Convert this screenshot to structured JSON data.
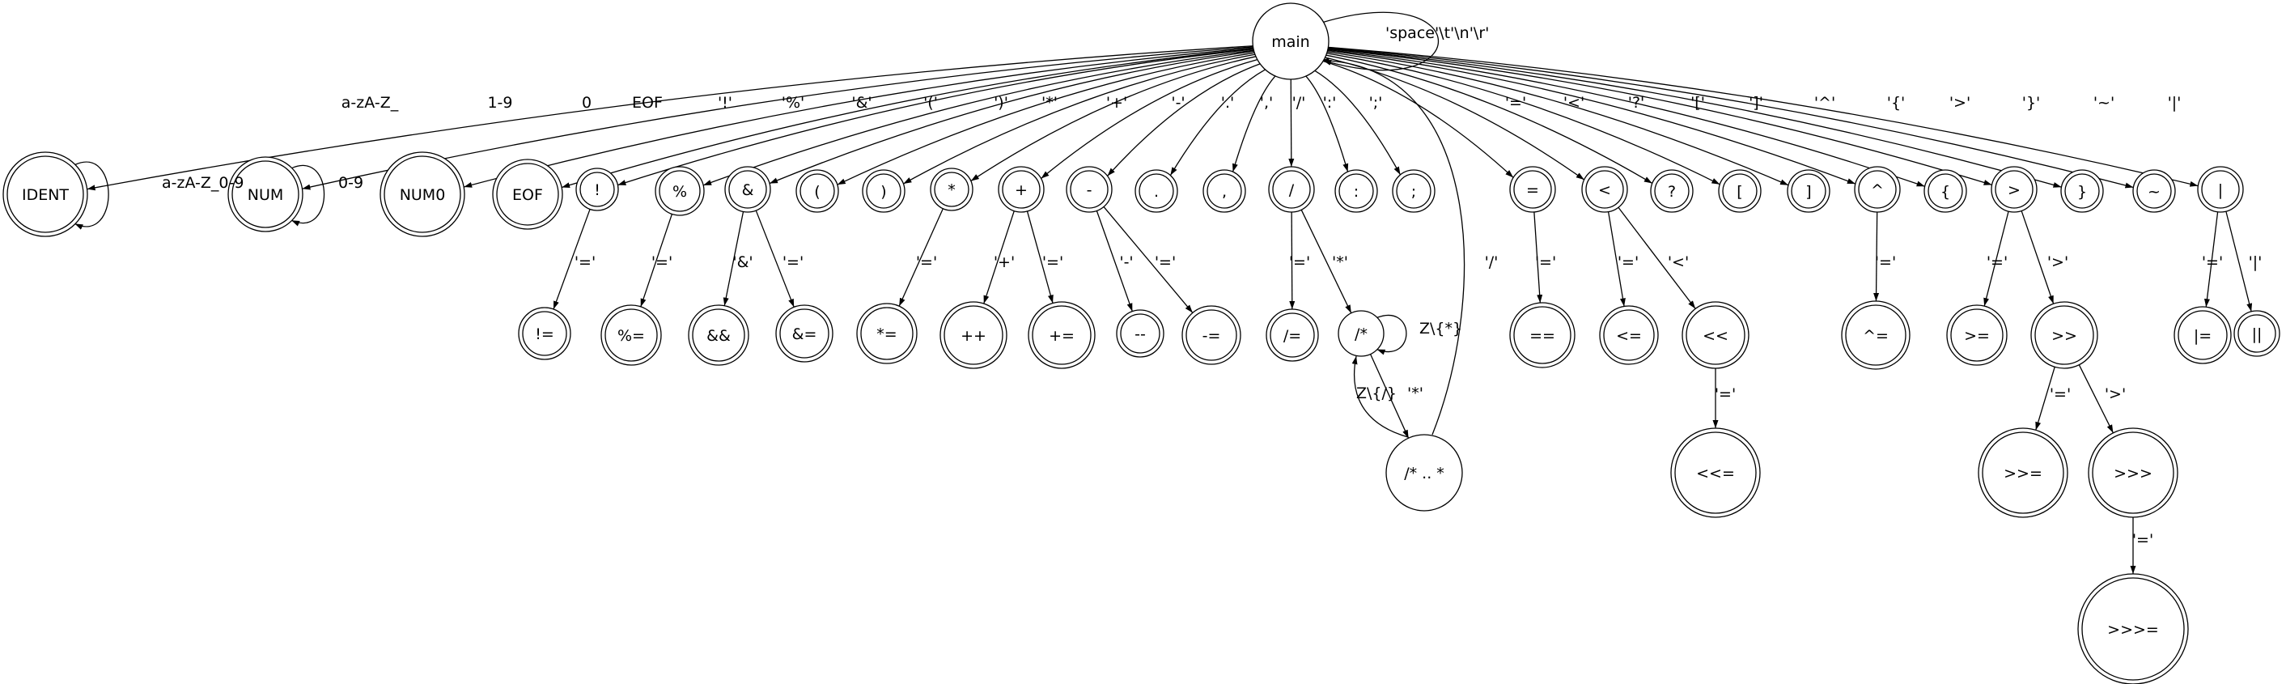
{
  "diagram": {
    "type": "state-machine",
    "nodes": [
      {
        "id": "main",
        "label": "main",
        "accepting": false
      },
      {
        "id": "IDENT",
        "label": "IDENT",
        "accepting": true
      },
      {
        "id": "NUM",
        "label": "NUM",
        "accepting": true
      },
      {
        "id": "NUM0",
        "label": "NUM0",
        "accepting": true
      },
      {
        "id": "EOF",
        "label": "EOF",
        "accepting": true
      },
      {
        "id": "bang",
        "label": "!",
        "accepting": true
      },
      {
        "id": "pct",
        "label": "%",
        "accepting": true
      },
      {
        "id": "amp",
        "label": "&",
        "accepting": true
      },
      {
        "id": "lparen",
        "label": "(",
        "accepting": true
      },
      {
        "id": "rparen",
        "label": ")",
        "accepting": true
      },
      {
        "id": "star",
        "label": "*",
        "accepting": true
      },
      {
        "id": "plus",
        "label": "+",
        "accepting": true
      },
      {
        "id": "minus",
        "label": "-",
        "accepting": true
      },
      {
        "id": "dot",
        "label": ".",
        "accepting": true
      },
      {
        "id": "comma",
        "label": ",",
        "accepting": true
      },
      {
        "id": "slash",
        "label": "/",
        "accepting": true
      },
      {
        "id": "colon",
        "label": ":",
        "accepting": true
      },
      {
        "id": "semi",
        "label": ";",
        "accepting": true
      },
      {
        "id": "eq",
        "label": "=",
        "accepting": true
      },
      {
        "id": "lt",
        "label": "<",
        "accepting": true
      },
      {
        "id": "quest",
        "label": "?",
        "accepting": true
      },
      {
        "id": "lbrack",
        "label": "[",
        "accepting": true
      },
      {
        "id": "rbrack",
        "label": "]",
        "accepting": true
      },
      {
        "id": "caret",
        "label": "^",
        "accepting": true
      },
      {
        "id": "lbrace",
        "label": "{",
        "accepting": true
      },
      {
        "id": "gt",
        "label": ">",
        "accepting": true
      },
      {
        "id": "rbrace",
        "label": "}",
        "accepting": true
      },
      {
        "id": "tilde",
        "label": "~",
        "accepting": true
      },
      {
        "id": "pipe",
        "label": "|",
        "accepting": true
      },
      {
        "id": "neq",
        "label": "!=",
        "accepting": true
      },
      {
        "id": "pcteq",
        "label": "%=",
        "accepting": true
      },
      {
        "id": "ampamp",
        "label": "&&",
        "accepting": true
      },
      {
        "id": "ampeq",
        "label": "&=",
        "accepting": true
      },
      {
        "id": "stareq",
        "label": "*=",
        "accepting": true
      },
      {
        "id": "plusplus",
        "label": "++",
        "accepting": true
      },
      {
        "id": "pluseq",
        "label": "+=",
        "accepting": true
      },
      {
        "id": "minusminus",
        "label": "--",
        "accepting": true
      },
      {
        "id": "minuseq",
        "label": "-=",
        "accepting": true
      },
      {
        "id": "slasheq",
        "label": "/=",
        "accepting": true
      },
      {
        "id": "comment",
        "label": "/*",
        "accepting": false
      },
      {
        "id": "commentstar",
        "label": "/* .. *",
        "accepting": false
      },
      {
        "id": "eqeq",
        "label": "==",
        "accepting": true
      },
      {
        "id": "lteq",
        "label": "<=",
        "accepting": true
      },
      {
        "id": "shl",
        "label": "<<",
        "accepting": true
      },
      {
        "id": "shleq",
        "label": "<<=",
        "accepting": true
      },
      {
        "id": "careteq",
        "label": "^=",
        "accepting": true
      },
      {
        "id": "gteq",
        "label": ">=",
        "accepting": true
      },
      {
        "id": "shr",
        "label": ">>",
        "accepting": true
      },
      {
        "id": "shreq",
        "label": ">>=",
        "accepting": true
      },
      {
        "id": "ushr",
        "label": ">>>",
        "accepting": true
      },
      {
        "id": "ushreq",
        "label": ">>>=",
        "accepting": true
      },
      {
        "id": "pipeeq",
        "label": "|=",
        "accepting": true
      },
      {
        "id": "pipepipe",
        "label": "||",
        "accepting": true
      }
    ],
    "edges": [
      {
        "from": "main",
        "to": "main",
        "label": "'space'\\t'\\n'\\r'"
      },
      {
        "from": "main",
        "to": "IDENT",
        "label": "a-zA-Z_"
      },
      {
        "from": "IDENT",
        "to": "IDENT",
        "label": "a-zA-Z_0-9"
      },
      {
        "from": "main",
        "to": "NUM",
        "label": "1-9"
      },
      {
        "from": "NUM",
        "to": "NUM",
        "label": "0-9"
      },
      {
        "from": "main",
        "to": "NUM0",
        "label": "0"
      },
      {
        "from": "main",
        "to": "EOF",
        "label": "EOF"
      },
      {
        "from": "main",
        "to": "bang",
        "label": "'!'"
      },
      {
        "from": "main",
        "to": "pct",
        "label": "'%'"
      },
      {
        "from": "main",
        "to": "amp",
        "label": "'&'"
      },
      {
        "from": "main",
        "to": "lparen",
        "label": "'('"
      },
      {
        "from": "main",
        "to": "rparen",
        "label": "')'"
      },
      {
        "from": "main",
        "to": "star",
        "label": "'*'"
      },
      {
        "from": "main",
        "to": "plus",
        "label": "'+'"
      },
      {
        "from": "main",
        "to": "minus",
        "label": "'-'"
      },
      {
        "from": "main",
        "to": "dot",
        "label": "'.'"
      },
      {
        "from": "main",
        "to": "comma",
        "label": "','"
      },
      {
        "from": "main",
        "to": "slash",
        "label": "'/'"
      },
      {
        "from": "main",
        "to": "colon",
        "label": "':'"
      },
      {
        "from": "main",
        "to": "semi",
        "label": "';'"
      },
      {
        "from": "main",
        "to": "eq",
        "label": "'='"
      },
      {
        "from": "main",
        "to": "lt",
        "label": "'<'"
      },
      {
        "from": "main",
        "to": "quest",
        "label": "'?'"
      },
      {
        "from": "main",
        "to": "lbrack",
        "label": "'['"
      },
      {
        "from": "main",
        "to": "rbrack",
        "label": "']'"
      },
      {
        "from": "main",
        "to": "caret",
        "label": "'^'"
      },
      {
        "from": "main",
        "to": "lbrace",
        "label": "'{'"
      },
      {
        "from": "main",
        "to": "gt",
        "label": "'>'"
      },
      {
        "from": "main",
        "to": "rbrace",
        "label": "'}'"
      },
      {
        "from": "main",
        "to": "tilde",
        "label": "'~'"
      },
      {
        "from": "main",
        "to": "pipe",
        "label": "'|'"
      },
      {
        "from": "bang",
        "to": "neq",
        "label": "'='"
      },
      {
        "from": "pct",
        "to": "pcteq",
        "label": "'='"
      },
      {
        "from": "amp",
        "to": "ampamp",
        "label": "'&'"
      },
      {
        "from": "amp",
        "to": "ampeq",
        "label": "'='"
      },
      {
        "from": "star",
        "to": "stareq",
        "label": "'='"
      },
      {
        "from": "plus",
        "to": "plusplus",
        "label": "'+'"
      },
      {
        "from": "plus",
        "to": "pluseq",
        "label": "'='"
      },
      {
        "from": "minus",
        "to": "minusminus",
        "label": "'-'"
      },
      {
        "from": "minus",
        "to": "minuseq",
        "label": "'='"
      },
      {
        "from": "slash",
        "to": "slasheq",
        "label": "'='"
      },
      {
        "from": "slash",
        "to": "comment",
        "label": "'*'"
      },
      {
        "from": "comment",
        "to": "comment",
        "label": "Z\\{*}"
      },
      {
        "from": "comment",
        "to": "commentstar",
        "label": "'*'"
      },
      {
        "from": "commentstar",
        "to": "comment",
        "label": "Z\\{/}"
      },
      {
        "from": "commentstar",
        "to": "main",
        "label": "'/'"
      },
      {
        "from": "eq",
        "to": "eqeq",
        "label": "'='"
      },
      {
        "from": "lt",
        "to": "lteq",
        "label": "'='"
      },
      {
        "from": "lt",
        "to": "shl",
        "label": "'<'"
      },
      {
        "from": "shl",
        "to": "shleq",
        "label": "'='"
      },
      {
        "from": "caret",
        "to": "careteq",
        "label": "'='"
      },
      {
        "from": "gt",
        "to": "gteq",
        "label": "'='"
      },
      {
        "from": "gt",
        "to": "shr",
        "label": "'>'"
      },
      {
        "from": "shr",
        "to": "shreq",
        "label": "'='"
      },
      {
        "from": "shr",
        "to": "ushr",
        "label": "'>'"
      },
      {
        "from": "ushr",
        "to": "ushreq",
        "label": "'='"
      },
      {
        "from": "pipe",
        "to": "pipeeq",
        "label": "'='"
      },
      {
        "from": "pipe",
        "to": "pipepipe",
        "label": "'|'"
      }
    ]
  }
}
